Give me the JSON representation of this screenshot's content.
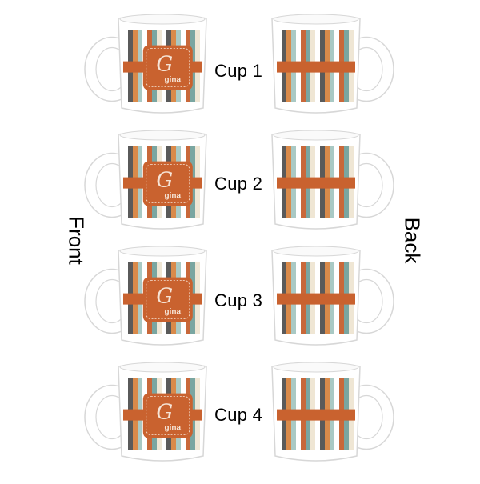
{
  "labels": {
    "front": "Front",
    "back": "Back"
  },
  "cups": [
    {
      "label": "Cup 1",
      "monogram": "G",
      "name": "gina"
    },
    {
      "label": "Cup 2",
      "monogram": "G",
      "name": "gina"
    },
    {
      "label": "Cup 3",
      "monogram": "G",
      "name": "gina"
    },
    {
      "label": "Cup 4",
      "monogram": "G",
      "name": "gina"
    }
  ],
  "colors": {
    "stripes": [
      "#ffffff",
      "#5a5a5a",
      "#d98a4a",
      "#a9c9c4",
      "#ffffff",
      "#c8683a",
      "#7aa6a1",
      "#efe6d4"
    ],
    "band": "#c9622f",
    "band_text": "#f6e4d6",
    "mug": "#ffffff",
    "mug_outline": "#d7d7d7"
  }
}
